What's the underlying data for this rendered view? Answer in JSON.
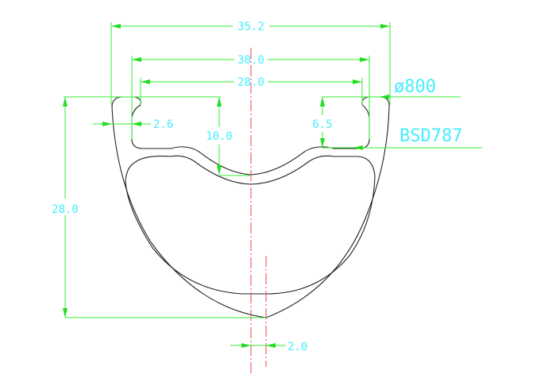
{
  "drawing": {
    "dimensions": {
      "outer_width": "35.2",
      "hook_width": "30.0",
      "inner_width": "28.0",
      "sidewall": "2.6",
      "well_depth": "10.0",
      "bead_seat": "6.5",
      "rim_height": "28.0",
      "offset": "2.0"
    },
    "labels": {
      "diameter": "ø800",
      "bsd": "BSD787"
    },
    "colors": {
      "dimension_lines": "#33ee33",
      "dimension_text": "#44eeff",
      "centerline": "#ee4444",
      "profile": "#222222"
    }
  }
}
